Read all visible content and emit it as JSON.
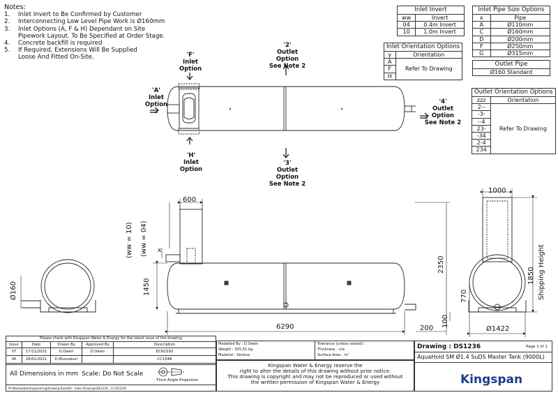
{
  "notes": {
    "heading": "Notes:",
    "items": [
      {
        "num": "1.",
        "text": "Inlet Invert to Be Confirmed by Customer"
      },
      {
        "num": "2.",
        "text": "Interconnecting Low Level Pipe Work  is Ø160mm"
      },
      {
        "num": "3.",
        "text": "Inlet Options (A, F & H) Dependant on Site"
      },
      {
        "num": "",
        "text": "Pipework Layout. To Be Specified at Order Stage."
      },
      {
        "num": "4.",
        "text": "Concrete backfill is required"
      },
      {
        "num": "5.",
        "text": "If Required, Extensions Will Be Supplied"
      },
      {
        "num": "",
        "text": "Loose And Fitted On-Site."
      }
    ]
  },
  "inlet_invert": {
    "title": "Inlet Invert",
    "headers": [
      "ww",
      "Invert"
    ],
    "rows": [
      [
        "04",
        "0.4m Invert"
      ],
      [
        "10",
        "1.0m Invert"
      ]
    ]
  },
  "inlet_pipe_size": {
    "title": "Inlet Pipe Size Options",
    "headers": [
      "x",
      "Pipe"
    ],
    "rows": [
      [
        "A",
        "Ø110mm"
      ],
      [
        "C",
        "Ø160mm"
      ],
      [
        "D",
        "Ø200mm"
      ],
      [
        "F",
        "Ø250mm"
      ],
      [
        "G",
        "Ø315mm"
      ]
    ],
    "outlet_title": "Outlet Pipe",
    "outlet_value": "Ø160 Standard"
  },
  "inlet_orientation": {
    "title": "Inlet Orientation Options",
    "headers": [
      "y",
      "Orientation"
    ],
    "rows": [
      "A",
      "F",
      "H"
    ],
    "value": "Refer To Drawing"
  },
  "outlet_orientation": {
    "title": "Outlet Orientation Options",
    "headers": [
      "zzz",
      "Orientation"
    ],
    "rows": [
      "2--",
      "-3-",
      "--4",
      "23-",
      "-34",
      "2-4",
      "234"
    ],
    "value": "Refer To Drawing"
  },
  "plan_labels": {
    "f_inlet": [
      "'F'",
      "Inlet",
      "Option"
    ],
    "a_inlet": [
      "'A'",
      "Inlet",
      "Option"
    ],
    "h_inlet": [
      "'H'",
      "Inlet",
      "Option"
    ],
    "outlet2": [
      "'2'",
      "Outlet",
      "Option",
      "See Note 2"
    ],
    "outlet3": [
      "'3'",
      "Outlet",
      "Option",
      "See Note 2"
    ],
    "outlet4": [
      "'4'",
      "Outlet",
      "Option",
      "See Note 2"
    ]
  },
  "dimensions": {
    "d600": "600",
    "ww10": "(ww = 10)",
    "ww04": "(ww = 04)",
    "x": "x",
    "d1450": "1450",
    "d2350": "2350",
    "d6290": "6290",
    "d200": "200",
    "d100": "100",
    "d160": "Ø160",
    "d1000": "1000",
    "d1850": "1850",
    "shipping": "Shipping Height",
    "d770": "770",
    "d1422": "Ø1422"
  },
  "revision": {
    "banner": "Please check with Kingspan Water & Energy for the latest issue of the drawing",
    "headers": [
      "Issue",
      "Date",
      "Drawn By",
      "Approved By",
      "Description"
    ],
    "rows": [
      [
        "07",
        "17/11/2021",
        "D.Owen",
        "D.Owen",
        "ECN1593"
      ],
      [
        "06",
        "26/01/2021",
        "D.Musvaburi",
        "",
        "CC1548"
      ]
    ]
  },
  "title_block": {
    "all_dims": "All Dimensions in mm",
    "scale": "Scale: Do Not Scale",
    "projection": "Third Angle Projection",
    "path": "M:\\Wastewater\\Engineering\\Drawing Data\\DS - Sales Drawings\\DS1236 - 12-DS1236",
    "modelled_by": "Modelled By : D.Owen",
    "weight": "Weight : 305.51 kg",
    "material": "Material : Various",
    "tolerance": "Tolerance (unless stated) :",
    "thickness": "Thickness : n/a",
    "surface": "Surface Area : m²",
    "copyright": [
      "Kingspan Water & Energy reserve the",
      "right to alter the details of this drawing without prior notice.",
      "This drawing is copyright and may not be reproduced or used without",
      "the written permission of Kingspan Water & Energy"
    ],
    "drawing_label": "Drawing : DS1236",
    "page": "Page 1 of 1",
    "description": "AquaHold SM Ø1.4 SuDS Master Tank (9000L)",
    "logo": "Kingspan",
    "logo_color": "#1a3e8c"
  }
}
